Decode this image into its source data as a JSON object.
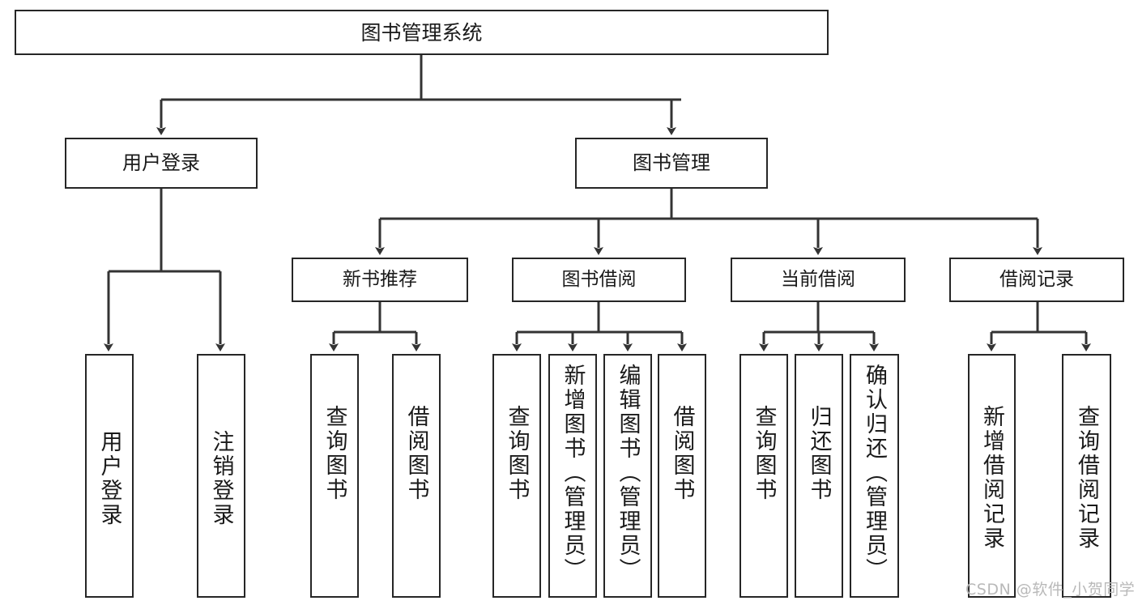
{
  "diagram": {
    "type": "tree-hierarchy-chart",
    "title": "图书管理系统",
    "orientation": "top-down",
    "edge_style": "orthogonal-elbow-with-arrowhead",
    "colors": {
      "box_stroke": "#262626",
      "box_fill": "#ffffff",
      "edge_stroke": "#333333",
      "text": "#1a1a1a",
      "watermark": "#b9b9b9",
      "background": "#ffffff"
    },
    "root": {
      "label": "图书管理系统"
    },
    "level1": [
      {
        "label": "用户登录"
      },
      {
        "label": "图书管理"
      }
    ],
    "level2": [
      {
        "label": "新书推荐"
      },
      {
        "label": "图书借阅"
      },
      {
        "label": "当前借阅"
      },
      {
        "label": "借阅记录"
      }
    ],
    "leaves": {
      "user_login": [
        {
          "label": "用户登录"
        },
        {
          "label": "注销登录"
        }
      ],
      "new_book_recommend": [
        {
          "label": "查询图书"
        },
        {
          "label": "借阅图书"
        }
      ],
      "book_borrow": [
        {
          "label": "查询图书"
        },
        {
          "label": "新增图书（管理员）"
        },
        {
          "label": "编辑图书（管理员）"
        },
        {
          "label": "借阅图书"
        }
      ],
      "current_borrow": [
        {
          "label": "查询图书"
        },
        {
          "label": "归还图书"
        },
        {
          "label": "确认归还（管理员）"
        }
      ],
      "borrow_record": [
        {
          "label": "新增借阅记录"
        },
        {
          "label": "查询借阅记录"
        }
      ]
    }
  },
  "watermark": {
    "text": "CSDN @软件_小贺同学"
  }
}
